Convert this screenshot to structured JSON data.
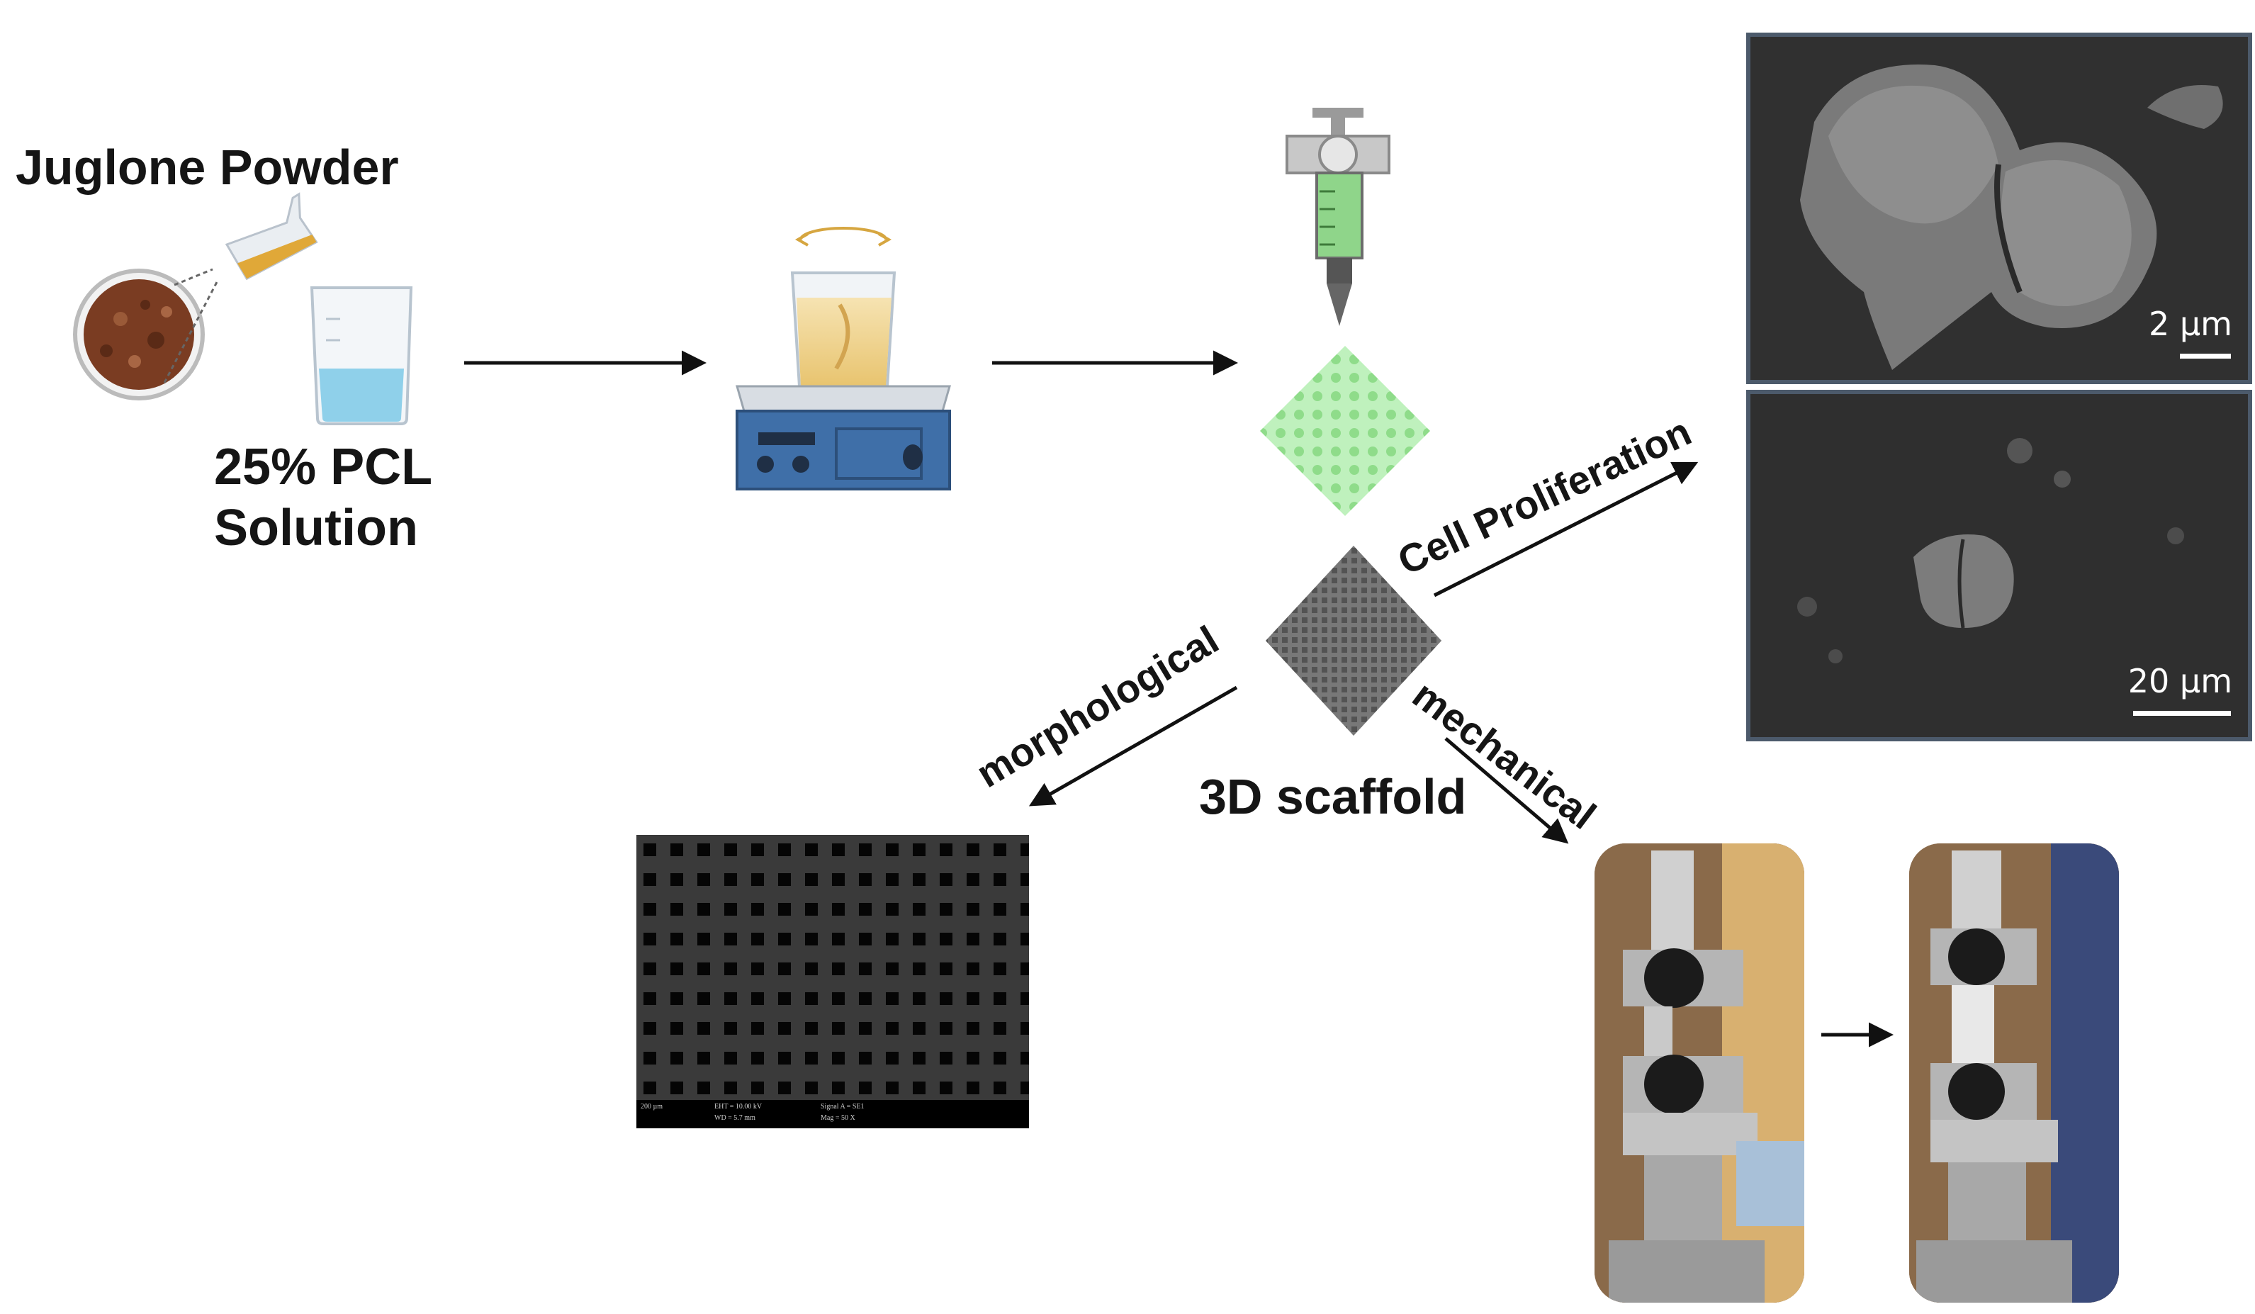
{
  "labels": {
    "juglone": "Juglone Powder",
    "pcl_line1": "25% PCL",
    "pcl_line2": "Solution",
    "cell_proliferation": "Cell Proliferation",
    "morphological": "morphological",
    "mechanical": "mechanical",
    "scaffold": "3D scaffold"
  },
  "sem": {
    "top_scale": "2 µm",
    "bottom_scale": "20 µm",
    "footer_left": "200 µm",
    "footer_mid1": "EHT = 10.00 kV",
    "footer_mid2": "WD = 5.7 mm",
    "footer_right1": "Signal A = SE1",
    "footer_right2": "Mag = 50 X"
  },
  "colors": {
    "arrow": "#111111",
    "accent_green": "#a7e6a0",
    "stirrer_blue": "#3f6fa8",
    "beaker_liquid": "#f0d89a"
  }
}
